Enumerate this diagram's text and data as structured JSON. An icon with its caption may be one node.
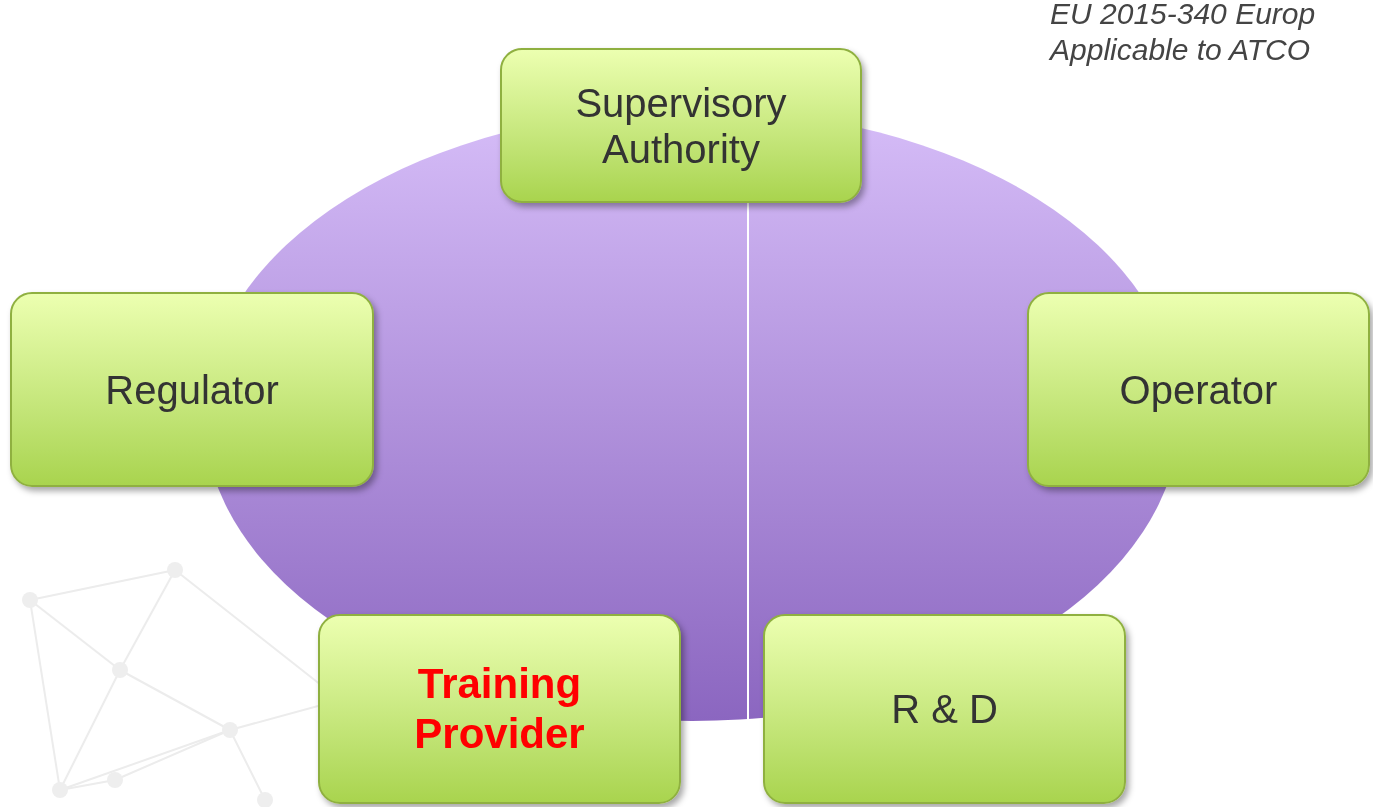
{
  "diagram": {
    "nodes": [
      {
        "text": [
          "Supervisory Authority"
        ]
      },
      {
        "text": [
          "Regulator"
        ]
      },
      {
        "text": [
          "Operator"
        ]
      },
      {
        "text": [
          "Training Provider"
        ]
      },
      {
        "text": [
          "R & D"
        ]
      }
    ],
    "labels": [
      "EU 2015-340 Europ",
      "Applicable to ATCO"
    ]
  }
}
